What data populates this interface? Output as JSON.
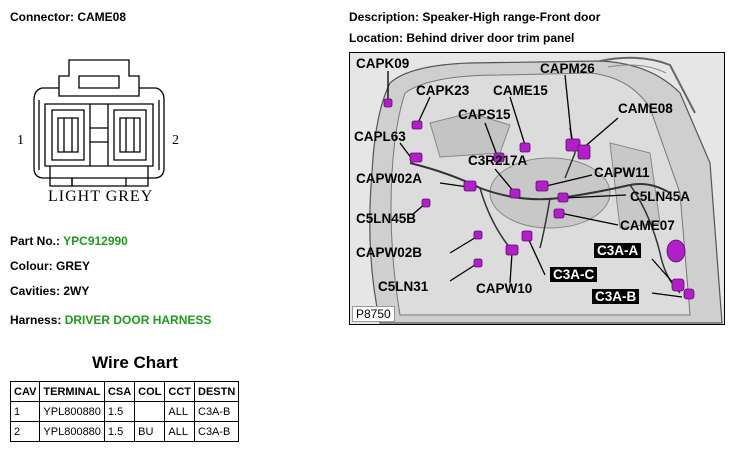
{
  "connector": {
    "label": "Connector:",
    "value": "CAME08"
  },
  "description": {
    "label": "Description:",
    "value": "Speaker-High range-Front door"
  },
  "location": {
    "label": "Location:",
    "value": "Behind driver door trim panel"
  },
  "connector_drawing": {
    "pin_left": "1",
    "pin_right": "2",
    "color_caption": "LIGHT GREY"
  },
  "part_no": {
    "label": "Part No.:",
    "value": "YPC912990"
  },
  "colour": {
    "label": "Colour:",
    "value": "GREY"
  },
  "cavities": {
    "label": "Cavities:",
    "value": "2WY"
  },
  "harness": {
    "label": "Harness:",
    "value": "DRIVER DOOR HARNESS"
  },
  "wire_chart": {
    "title": "Wire Chart",
    "headers": [
      "CAV",
      "TERMINAL",
      "CSA",
      "COL",
      "CCT",
      "DESTN"
    ],
    "rows": [
      [
        "1",
        "YPL800880",
        "1.5",
        "",
        "ALL",
        "C3A-B"
      ],
      [
        "2",
        "YPL800880",
        "1.5",
        "BU",
        "ALL",
        "C3A-B"
      ]
    ]
  },
  "diagram": {
    "ref": "P8750",
    "callouts": {
      "capk09": "CAPK09",
      "capm26": "CAPM26",
      "capk23": "CAPK23",
      "came15": "CAME15",
      "came08": "CAME08",
      "caps15": "CAPS15",
      "capl63": "CAPL63",
      "c3r217a": "C3R217A",
      "capw02a": "CAPW02A",
      "capw11": "CAPW11",
      "c5ln45a": "C5LN45A",
      "c5ln45b": "C5LN45B",
      "came07": "CAME07",
      "capw02b": "CAPW02B",
      "c3a_a": "C3A-A",
      "c5ln31": "C5LN31",
      "c3a_c": "C3A-C",
      "capw10": "CAPW10",
      "c3a_b": "C3A-B"
    },
    "colors": {
      "connector": "#b01fc8",
      "panel": "#d4d4d4",
      "line": "#000000"
    }
  }
}
